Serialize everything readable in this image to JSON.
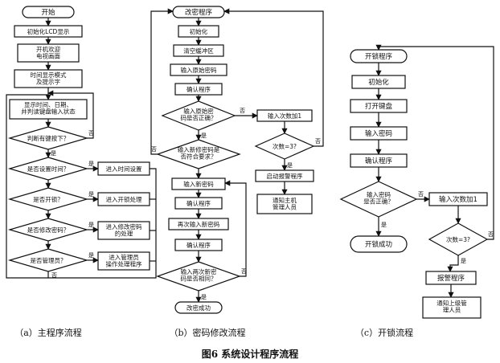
{
  "figure_caption": "图6  系统设计程序流程",
  "a": {
    "caption": "（a）主程序流程",
    "start": "开始",
    "init": "初始化LCD显示",
    "display_welcome": "开机欢迎\n电视画面",
    "time_display": "时间显示模式\n及提示字",
    "read_key": "显示时间、日期、\n并判读键盘输入状态",
    "d_key": "判断有键按下？",
    "d_time": "是否设置时间？",
    "d_unlock": "是否开锁？",
    "d_change": "是否修改密码？",
    "d_manage": "是否管理员？",
    "p_time": "进入时间设置",
    "p_unlock": "进入开锁处理",
    "p_change": "进入修改密码\n的处理",
    "p_manage": "进入管理员\n操作处理程序",
    "yes": "是",
    "no": "否"
  },
  "b": {
    "caption": "（b）密码修改流程",
    "start": "改密程序",
    "init": "初始化",
    "clear": "清空缓冲区",
    "input_old": "输入原始密码",
    "confirm": "确认程序",
    "d_old": "输入原始密\n码是否正确？",
    "d_new": "输入新修密码是\n否符合要求？",
    "input_new": "输入新密码",
    "confirm2": "确认程序",
    "input_again": "再次输入新密码",
    "confirm3": "确认程序",
    "d_same": "输入两次新密\n码是否相同？",
    "done": "改密成功",
    "count": "输入次数加1",
    "d_count": "次数=3?",
    "alarm": "启动报警程序",
    "notify": "通知主机\n管理人员",
    "yes": "是",
    "no": "否"
  },
  "c": {
    "caption": "（c）开锁流程",
    "start": "开锁程序",
    "init": "初始化",
    "open_screen": "打开键盘",
    "input_pwd": "输入密码",
    "confirm": "确认程序",
    "d_pwd": "输入密码\n是否正确？",
    "success": "开锁成功",
    "count": "输入次数加1",
    "d_count": "次数=3?",
    "alarm": "报警程序",
    "notify": "通知上级管\n理人员",
    "yes": "是",
    "no": "否"
  }
}
